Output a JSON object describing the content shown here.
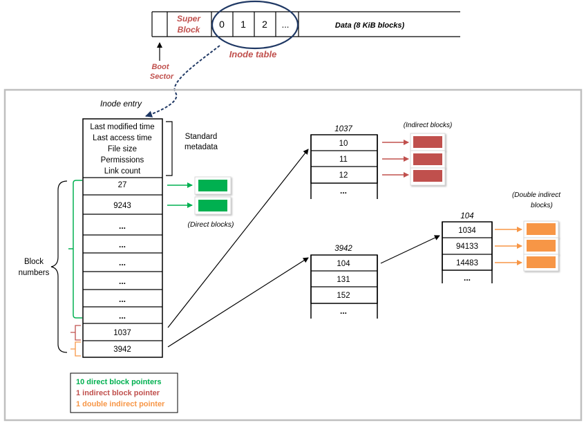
{
  "disk": {
    "super_block": [
      "Super",
      "Block"
    ],
    "cells": [
      "0",
      "1",
      "2",
      "..."
    ],
    "data_label": "Data (8 KiB blocks)",
    "inode_table_label": "Inode table",
    "boot_sector": [
      "Boot",
      "Sector"
    ]
  },
  "inode": {
    "title": "Inode entry",
    "metadata": [
      "Last modified time",
      "Last access time",
      "File size",
      "Permissions",
      "Link count"
    ],
    "metadata_label": [
      "Standard",
      "metadata"
    ],
    "pointers": [
      "27",
      "9243",
      "...",
      "...",
      "...",
      "...",
      "...",
      "...",
      "1037",
      "3942"
    ],
    "block_numbers_label": [
      "Block",
      "numbers"
    ],
    "direct_blocks_label": "(Direct blocks)"
  },
  "indirect_1037": {
    "title": "1037",
    "entries": [
      "10",
      "11",
      "12",
      "..."
    ],
    "label": "(Indirect blocks)"
  },
  "indirect_3942": {
    "title": "3942",
    "entries": [
      "104",
      "131",
      "152",
      "..."
    ]
  },
  "indirect_104": {
    "title": "104",
    "entries": [
      "1034",
      "94133",
      "14483",
      "..."
    ],
    "label": [
      "(Double indirect",
      "blocks)"
    ]
  },
  "legend": {
    "items": [
      "10 direct block pointers",
      "1 indirect block pointer",
      "1 double indirect pointer"
    ]
  },
  "colors": {
    "green": "#00b050",
    "red": "#c0504d",
    "orange": "#f79646",
    "navy": "#1f3864"
  }
}
